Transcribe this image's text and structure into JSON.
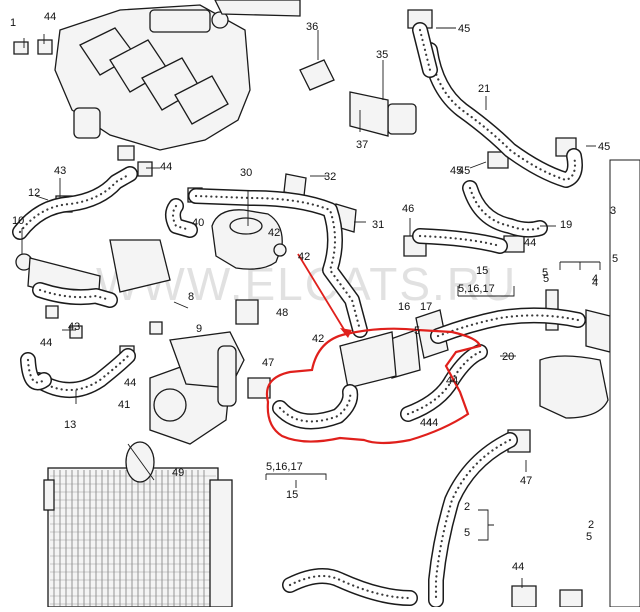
{
  "watermark": "WWW.ELCATS.RU",
  "callouts": [
    "1",
    "2",
    "5",
    "4",
    "5",
    "3",
    "5",
    "5,16,17",
    "15",
    "8",
    "9",
    "10",
    "12",
    "13",
    "16",
    "17",
    "19",
    "20",
    "21",
    "30",
    "31",
    "32",
    "35",
    "36",
    "37",
    "40",
    "41",
    "42",
    "42",
    "42",
    "43",
    "43",
    "44",
    "44",
    "44",
    "44",
    "44",
    "44",
    "44",
    "45",
    "45",
    "45",
    "46",
    "47",
    "47",
    "48",
    "49",
    "5",
    "5,16,17",
    "15",
    "5",
    "2",
    "5",
    "44",
    "44",
    "4",
    "45"
  ],
  "colors": {
    "highlight": "#e0201c",
    "ink": "#1b1b1b",
    "hose_fill": "#ffffff"
  }
}
